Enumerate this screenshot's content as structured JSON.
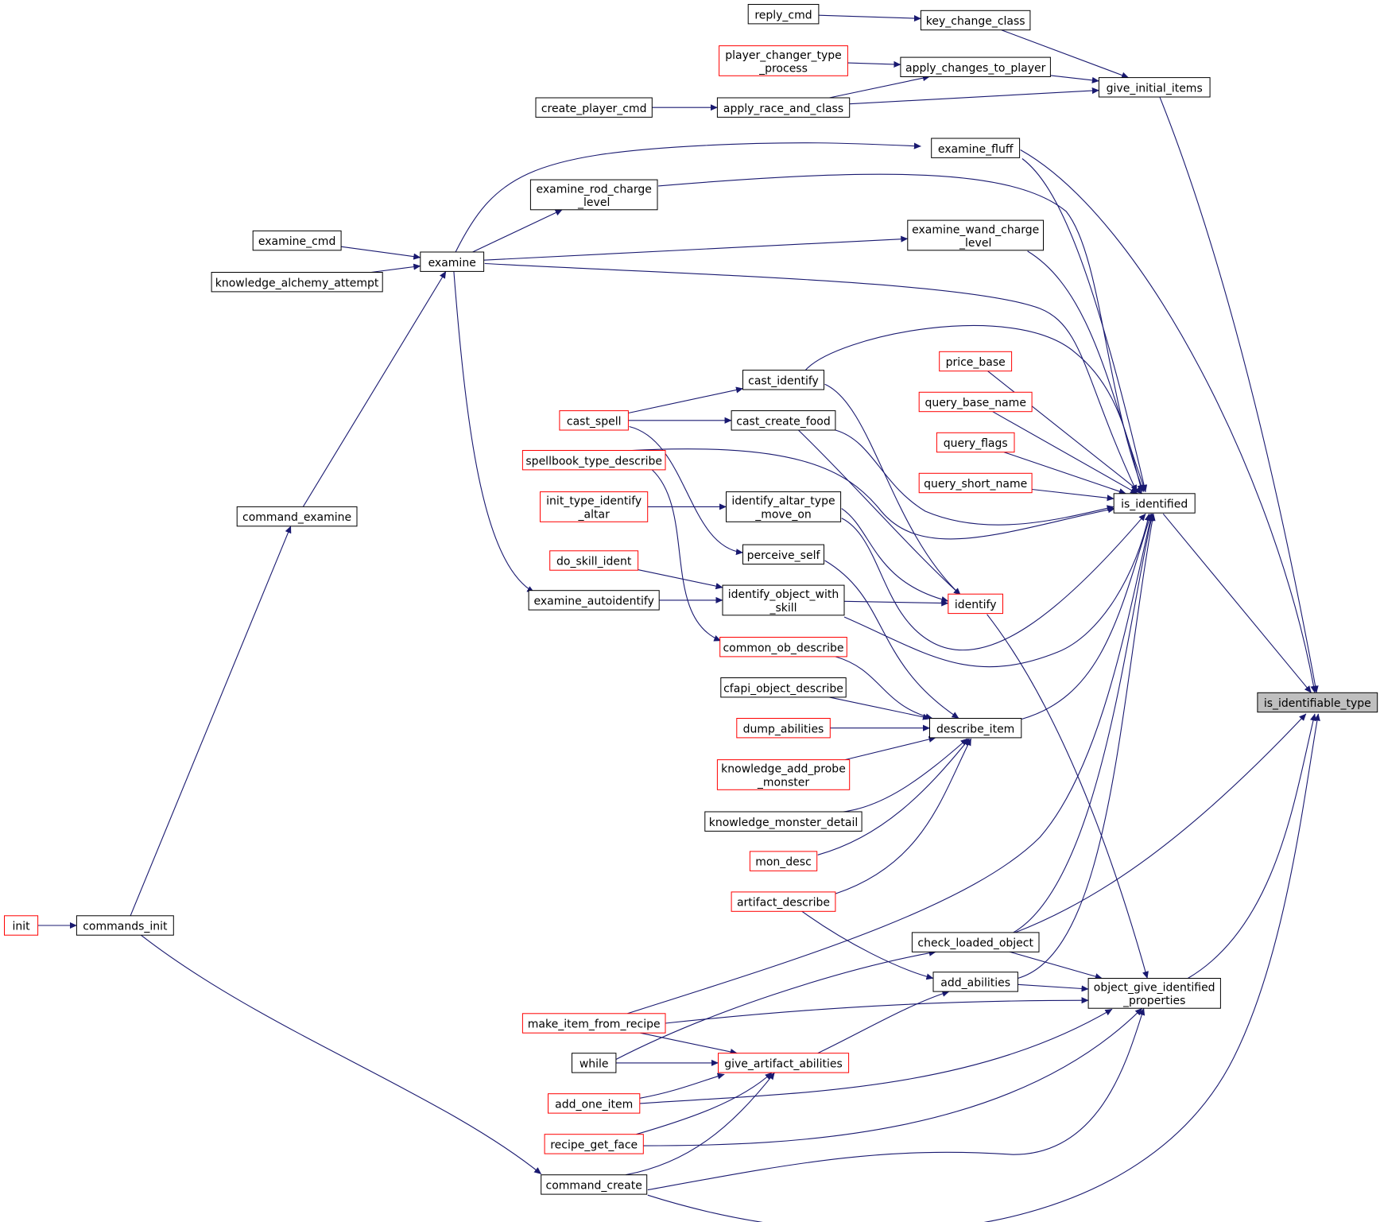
{
  "colors": {
    "edge": "#191970",
    "node_border_default": "#000000",
    "node_border_undocumented": "#ff0000",
    "focus_fill": "#bfbfbf",
    "background": "#ffffff"
  },
  "focus_node": "is_identifiable_type",
  "nodes": [
    {
      "id": "is_identifiable_type",
      "lines": [
        "is_identifiable_type"
      ],
      "style": "focus"
    },
    {
      "id": "give_initial_items",
      "lines": [
        "give_initial_items"
      ],
      "style": "black"
    },
    {
      "id": "key_change_class",
      "lines": [
        "key_change_class"
      ],
      "style": "black"
    },
    {
      "id": "reply_cmd",
      "lines": [
        "reply_cmd"
      ],
      "style": "black"
    },
    {
      "id": "apply_changes_to_player",
      "lines": [
        "apply_changes_to_player"
      ],
      "style": "black"
    },
    {
      "id": "player_changer_type_process",
      "lines": [
        "player_changer_type",
        "_process"
      ],
      "style": "red"
    },
    {
      "id": "apply_race_and_class",
      "lines": [
        "apply_race_and_class"
      ],
      "style": "black"
    },
    {
      "id": "create_player_cmd",
      "lines": [
        "create_player_cmd"
      ],
      "style": "black"
    },
    {
      "id": "examine_fluff",
      "lines": [
        "examine_fluff"
      ],
      "style": "black"
    },
    {
      "id": "examine_rod_charge_level",
      "lines": [
        "examine_rod_charge",
        "_level"
      ],
      "style": "black"
    },
    {
      "id": "examine_wand_charge_level",
      "lines": [
        "examine_wand_charge",
        "_level"
      ],
      "style": "black"
    },
    {
      "id": "examine_cmd",
      "lines": [
        "examine_cmd"
      ],
      "style": "black"
    },
    {
      "id": "examine",
      "lines": [
        "examine"
      ],
      "style": "black"
    },
    {
      "id": "knowledge_alchemy_attempt",
      "lines": [
        "knowledge_alchemy_attempt"
      ],
      "style": "black"
    },
    {
      "id": "price_base",
      "lines": [
        "price_base"
      ],
      "style": "red"
    },
    {
      "id": "query_base_name",
      "lines": [
        "query_base_name"
      ],
      "style": "red"
    },
    {
      "id": "query_flags",
      "lines": [
        "query_flags"
      ],
      "style": "red"
    },
    {
      "id": "query_short_name",
      "lines": [
        "query_short_name"
      ],
      "style": "red"
    },
    {
      "id": "is_identified",
      "lines": [
        "is_identified"
      ],
      "style": "black"
    },
    {
      "id": "cast_identify",
      "lines": [
        "cast_identify"
      ],
      "style": "black"
    },
    {
      "id": "cast_spell",
      "lines": [
        "cast_spell"
      ],
      "style": "red"
    },
    {
      "id": "cast_create_food",
      "lines": [
        "cast_create_food"
      ],
      "style": "black"
    },
    {
      "id": "spellbook_type_describe",
      "lines": [
        "spellbook_type_describe"
      ],
      "style": "red"
    },
    {
      "id": "init_type_identify_altar",
      "lines": [
        "init_type_identify",
        "_altar"
      ],
      "style": "red"
    },
    {
      "id": "identify_altar_type_move_on",
      "lines": [
        "identify_altar_type",
        "_move_on"
      ],
      "style": "black"
    },
    {
      "id": "perceive_self",
      "lines": [
        "perceive_self"
      ],
      "style": "black"
    },
    {
      "id": "do_skill_ident",
      "lines": [
        "do_skill_ident"
      ],
      "style": "red"
    },
    {
      "id": "identify_object_with_skill",
      "lines": [
        "identify_object_with",
        "_skill"
      ],
      "style": "black"
    },
    {
      "id": "examine_autoidentify",
      "lines": [
        "examine_autoidentify"
      ],
      "style": "black"
    },
    {
      "id": "identify",
      "lines": [
        "identify"
      ],
      "style": "red"
    },
    {
      "id": "command_examine",
      "lines": [
        "command_examine"
      ],
      "style": "black"
    },
    {
      "id": "common_ob_describe",
      "lines": [
        "common_ob_describe"
      ],
      "style": "red"
    },
    {
      "id": "cfapi_object_describe",
      "lines": [
        "cfapi_object_describe"
      ],
      "style": "black"
    },
    {
      "id": "dump_abilities",
      "lines": [
        "dump_abilities"
      ],
      "style": "red"
    },
    {
      "id": "describe_item",
      "lines": [
        "describe_item"
      ],
      "style": "black"
    },
    {
      "id": "knowledge_add_probe_monster",
      "lines": [
        "knowledge_add_probe",
        "_monster"
      ],
      "style": "red"
    },
    {
      "id": "knowledge_monster_detail",
      "lines": [
        "knowledge_monster_detail"
      ],
      "style": "black"
    },
    {
      "id": "mon_desc",
      "lines": [
        "mon_desc"
      ],
      "style": "red"
    },
    {
      "id": "artifact_describe",
      "lines": [
        "artifact_describe"
      ],
      "style": "red"
    },
    {
      "id": "init",
      "lines": [
        "init"
      ],
      "style": "red"
    },
    {
      "id": "commands_init",
      "lines": [
        "commands_init"
      ],
      "style": "black"
    },
    {
      "id": "check_loaded_object",
      "lines": [
        "check_loaded_object"
      ],
      "style": "black"
    },
    {
      "id": "add_abilities",
      "lines": [
        "add_abilities"
      ],
      "style": "black"
    },
    {
      "id": "object_give_identified_properties",
      "lines": [
        "object_give_identified",
        "_properties"
      ],
      "style": "black"
    },
    {
      "id": "make_item_from_recipe",
      "lines": [
        "make_item_from_recipe"
      ],
      "style": "red"
    },
    {
      "id": "while",
      "lines": [
        "while"
      ],
      "style": "black"
    },
    {
      "id": "give_artifact_abilities",
      "lines": [
        "give_artifact_abilities"
      ],
      "style": "red"
    },
    {
      "id": "add_one_item",
      "lines": [
        "add_one_item"
      ],
      "style": "red"
    },
    {
      "id": "recipe_get_face",
      "lines": [
        "recipe_get_face"
      ],
      "style": "red"
    },
    {
      "id": "command_create",
      "lines": [
        "command_create"
      ],
      "style": "black"
    }
  ],
  "edges": [
    [
      "reply_cmd",
      "key_change_class"
    ],
    [
      "key_change_class",
      "give_initial_items"
    ],
    [
      "player_changer_type_process",
      "apply_changes_to_player"
    ],
    [
      "apply_changes_to_player",
      "give_initial_items"
    ],
    [
      "create_player_cmd",
      "apply_race_and_class"
    ],
    [
      "apply_race_and_class",
      "apply_changes_to_player"
    ],
    [
      "apply_race_and_class",
      "give_initial_items"
    ],
    [
      "give_initial_items",
      "is_identifiable_type"
    ],
    [
      "examine",
      "examine_fluff"
    ],
    [
      "examine",
      "examine_rod_charge_level"
    ],
    [
      "examine",
      "examine_wand_charge_level"
    ],
    [
      "examine_cmd",
      "examine"
    ],
    [
      "knowledge_alchemy_attempt",
      "examine"
    ],
    [
      "command_examine",
      "examine"
    ],
    [
      "commands_init",
      "command_examine"
    ],
    [
      "init",
      "commands_init"
    ],
    [
      "examine_fluff",
      "is_identified"
    ],
    [
      "examine_fluff",
      "is_identifiable_type"
    ],
    [
      "examine_rod_charge_level",
      "is_identified"
    ],
    [
      "examine_wand_charge_level",
      "is_identified"
    ],
    [
      "examine",
      "is_identified"
    ],
    [
      "examine",
      "examine_autoidentify"
    ],
    [
      "cast_identify",
      "is_identified"
    ],
    [
      "price_base",
      "is_identified"
    ],
    [
      "query_base_name",
      "is_identified"
    ],
    [
      "query_flags",
      "is_identified"
    ],
    [
      "query_short_name",
      "is_identified"
    ],
    [
      "cast_create_food",
      "is_identified"
    ],
    [
      "spellbook_type_describe",
      "is_identified"
    ],
    [
      "identify_altar_type_move_on",
      "is_identified"
    ],
    [
      "identify_object_with_skill",
      "is_identified"
    ],
    [
      "describe_item",
      "is_identified"
    ],
    [
      "make_item_from_recipe",
      "is_identified"
    ],
    [
      "check_loaded_object",
      "is_identified"
    ],
    [
      "add_abilities",
      "is_identified"
    ],
    [
      "is_identified",
      "is_identifiable_type"
    ],
    [
      "cast_spell",
      "cast_identify"
    ],
    [
      "cast_spell",
      "cast_create_food"
    ],
    [
      "cast_spell",
      "perceive_self"
    ],
    [
      "init_type_identify_altar",
      "identify_altar_type_move_on"
    ],
    [
      "do_skill_ident",
      "identify_object_with_skill"
    ],
    [
      "examine_autoidentify",
      "identify_object_with_skill"
    ],
    [
      "identify_object_with_skill",
      "identify"
    ],
    [
      "cast_identify",
      "identify"
    ],
    [
      "cast_create_food",
      "identify"
    ],
    [
      "identify_altar_type_move_on",
      "identify"
    ],
    [
      "identify",
      "object_give_identified_properties"
    ],
    [
      "spellbook_type_describe",
      "common_ob_describe"
    ],
    [
      "perceive_self",
      "describe_item"
    ],
    [
      "common_ob_describe",
      "describe_item"
    ],
    [
      "cfapi_object_describe",
      "describe_item"
    ],
    [
      "dump_abilities",
      "describe_item"
    ],
    [
      "knowledge_add_probe_monster",
      "describe_item"
    ],
    [
      "knowledge_monster_detail",
      "describe_item"
    ],
    [
      "mon_desc",
      "describe_item"
    ],
    [
      "artifact_describe",
      "describe_item"
    ],
    [
      "artifact_describe",
      "add_abilities"
    ],
    [
      "give_artifact_abilities",
      "add_abilities"
    ],
    [
      "check_loaded_object",
      "is_identifiable_type"
    ],
    [
      "check_loaded_object",
      "object_give_identified_properties"
    ],
    [
      "while",
      "check_loaded_object"
    ],
    [
      "while",
      "give_artifact_abilities"
    ],
    [
      "make_item_from_recipe",
      "give_artifact_abilities"
    ],
    [
      "make_item_from_recipe",
      "object_give_identified_properties"
    ],
    [
      "add_one_item",
      "give_artifact_abilities"
    ],
    [
      "add_one_item",
      "object_give_identified_properties"
    ],
    [
      "recipe_get_face",
      "give_artifact_abilities"
    ],
    [
      "recipe_get_face",
      "object_give_identified_properties"
    ],
    [
      "command_create",
      "give_artifact_abilities"
    ],
    [
      "command_create",
      "object_give_identified_properties"
    ],
    [
      "command_create",
      "is_identifiable_type"
    ],
    [
      "commands_init",
      "command_create"
    ],
    [
      "add_abilities",
      "object_give_identified_properties"
    ],
    [
      "object_give_identified_properties",
      "is_identifiable_type"
    ]
  ]
}
